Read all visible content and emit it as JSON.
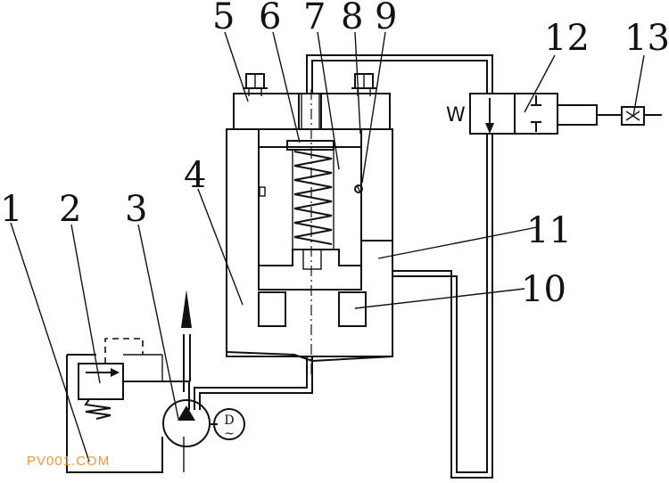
{
  "labels": {
    "n1": "1",
    "n2": "2",
    "n3": "3",
    "n4": "4",
    "n5": "5",
    "n6": "6",
    "n7": "7",
    "n8": "8",
    "n9": "9",
    "n10": "10",
    "n11": "11",
    "n12": "12",
    "n13": "13"
  },
  "motor": {
    "letter": "D",
    "symbol": "~"
  },
  "valve_spring": "W",
  "watermark": "PV001.COM",
  "colors": {
    "ink": "#111111",
    "watermark": "#e89a3a",
    "background": "#ffffff"
  }
}
